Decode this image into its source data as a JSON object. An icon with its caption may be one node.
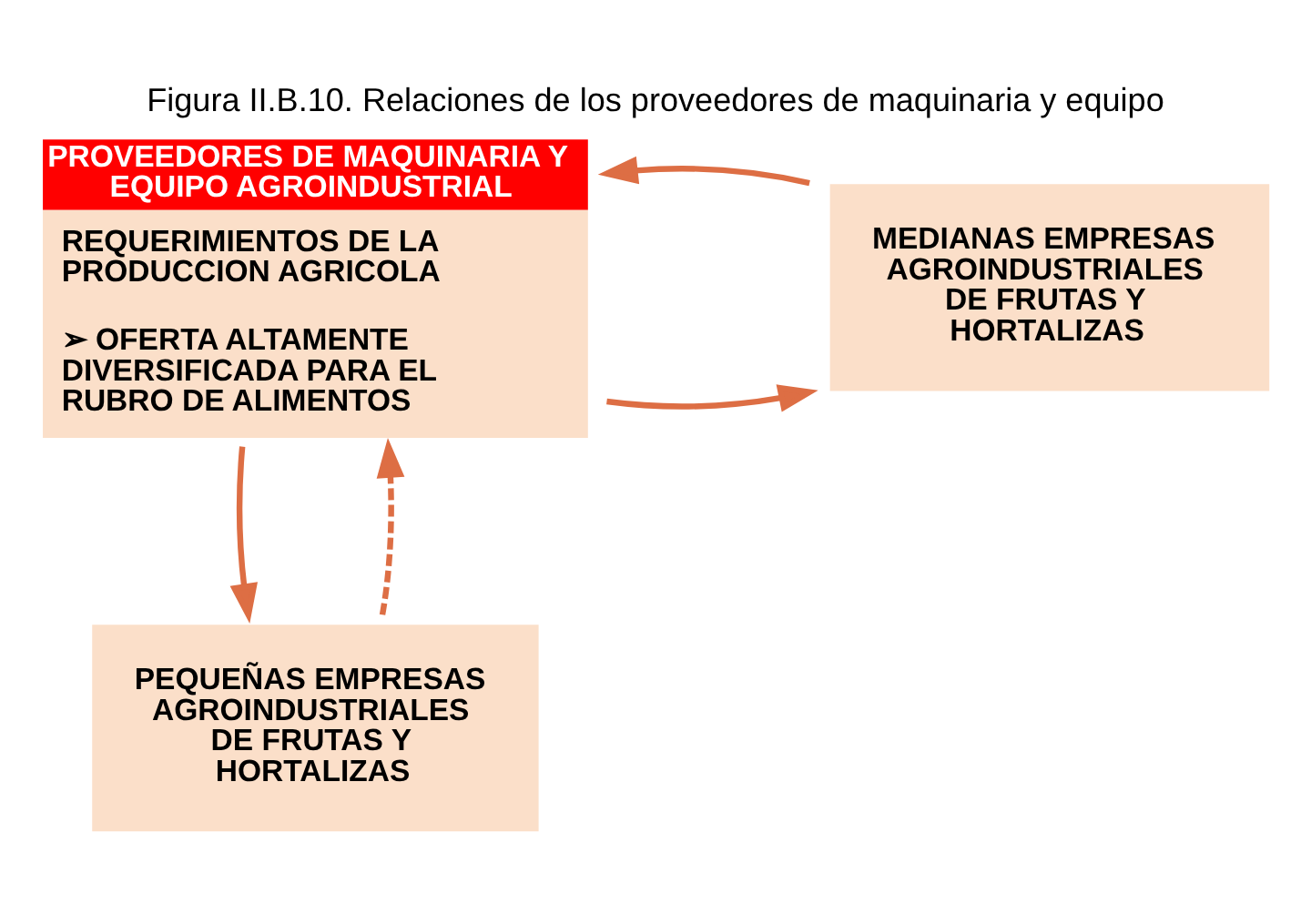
{
  "diagram": {
    "title": "Figura II.B.10. Relaciones de los proveedores de maquinaria y equipo",
    "nodes": [
      {
        "text": [
          "PROVEEDORES DE MAQUINARIA Y EQUIPO AGROINDUSTRIAL",
          "REQUERIMIENTOS DE LA PRODUCCION AGRICOLA",
          "➢ OFERTA ALTAMENTE DIVERSIFICADA PARA EL RUBRO DE ALIMENTOS"
        ]
      },
      {
        "text": [
          "MEDIANAS EMPRESAS AGROINDUSTRIALES DE FRUTAS Y HORTALIZAS"
        ]
      },
      {
        "text": [
          "PEQUEÑAS EMPRESAS AGROINDUSTRIALES DE FRUTAS Y HORTALIZAS"
        ]
      }
    ],
    "edges": [
      {
        "from": 0,
        "to": 1,
        "arrow": "to"
      },
      {
        "from": 1,
        "to": 0,
        "arrow": "to"
      },
      {
        "from": 0,
        "to": 2,
        "arrow": "to"
      },
      {
        "from": 2,
        "to": 0,
        "arrow": "to",
        "style": "dashed"
      }
    ]
  }
}
